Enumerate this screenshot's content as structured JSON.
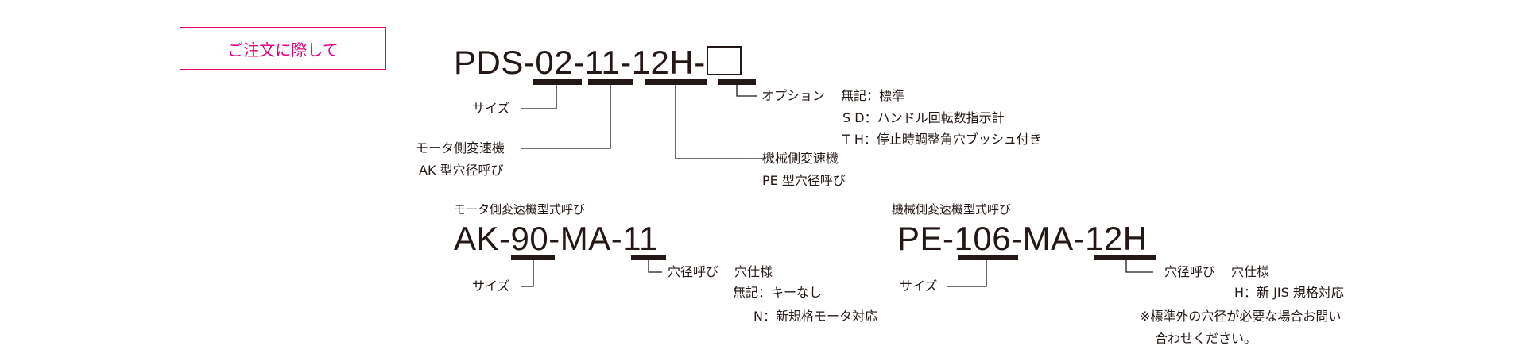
{
  "badge": "ご注文に際して",
  "main_code": {
    "p0": "PDS-",
    "p1": "02",
    "d1": "-",
    "p2": "11",
    "d2": "-",
    "p3": "12H",
    "d3": "-"
  },
  "main_labels": {
    "size": "サイズ",
    "motor_title": "モータ側変速機",
    "motor_sub": "AK 型穴径呼び",
    "machine_title": "機械側変速機",
    "machine_sub": "PE 型穴径呼び",
    "option_title": "オプション",
    "option_items": [
      {
        "code": "無記：",
        "desc": "標準"
      },
      {
        "code": "S D：",
        "desc": "ハンドル回転数指示計"
      },
      {
        "code": "T H：",
        "desc": "停止時調整角穴ブッシュ付き"
      }
    ]
  },
  "ak": {
    "title": "モータ側変速機型式呼び",
    "code": {
      "p0": "AK-",
      "p1": "90",
      "d1": "-MA-",
      "p2": "11"
    },
    "size": "サイズ",
    "bore": "穴径呼び",
    "spec": "穴仕様",
    "items": [
      {
        "code": "無記：",
        "desc": "キーなし"
      },
      {
        "code": "N：",
        "desc": "新規格モータ対応"
      }
    ]
  },
  "pe": {
    "title": "機械側変速機型式呼び",
    "code": {
      "p0": "PE-",
      "p1": "106",
      "d1": "-MA-",
      "p2": "12H"
    },
    "size": "サイズ",
    "bore": "穴径呼び",
    "spec": "穴仕様",
    "item": {
      "code": "H：",
      "desc": "新 JIS 規格対応"
    },
    "note_line1": "※標準外の穴径が必要な場合お問い",
    "note_line2": "合わせください。"
  }
}
